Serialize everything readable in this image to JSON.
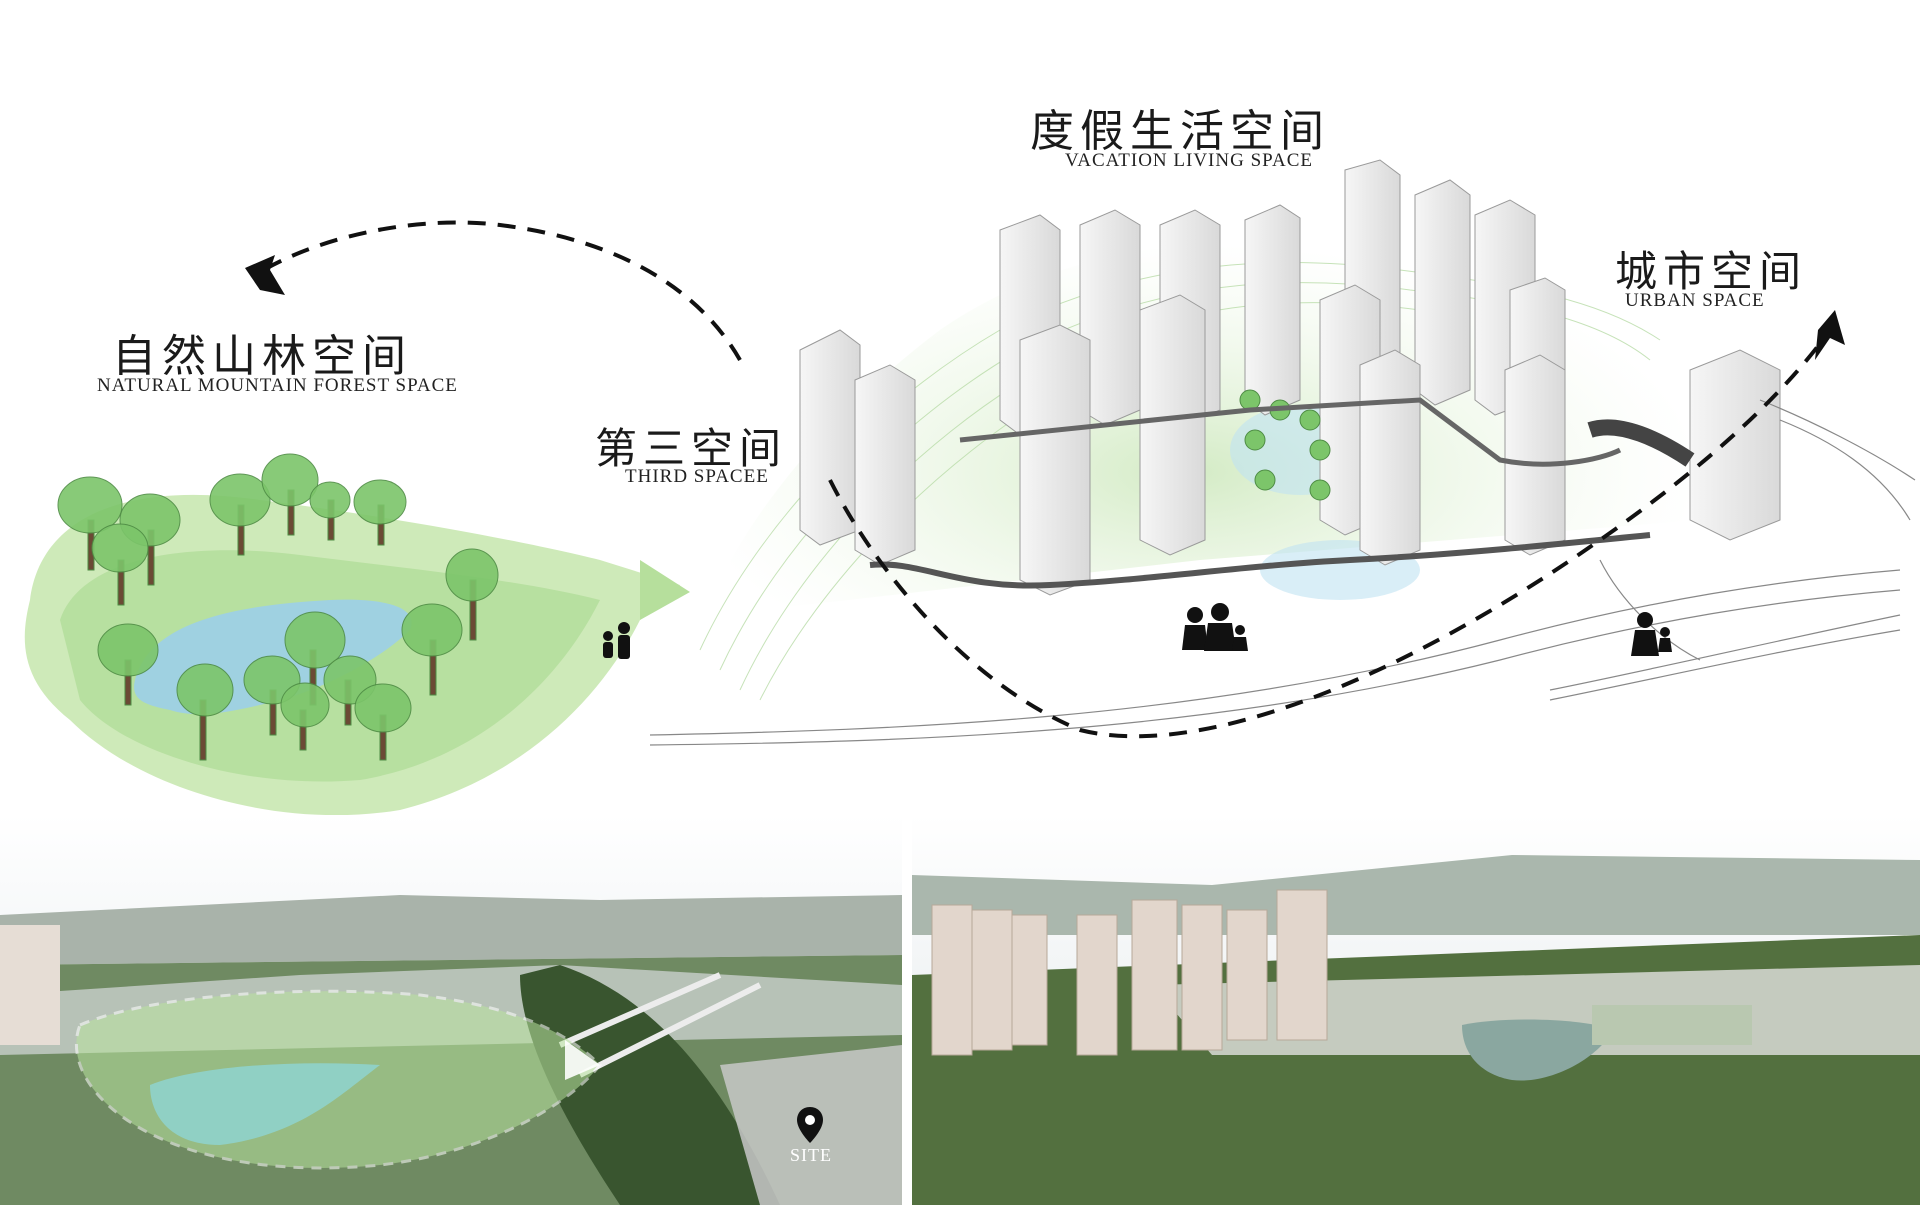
{
  "labels": {
    "vacation": {
      "zh": "度假生活空间",
      "en": "Vacation Living Space"
    },
    "urban": {
      "zh": "城市空间",
      "en": "Urban Space"
    },
    "natural": {
      "zh": "自然山林空间",
      "en": "Natural Mountain Forest Space"
    },
    "third": {
      "zh": "第三空间",
      "en": "Third Spacee"
    }
  },
  "photo_left": {
    "site_label": "SITE"
  },
  "colors": {
    "forest_green": "#a9d88f",
    "light_green": "#d6efc6",
    "lake_blue": "#9ccfe8",
    "tree_trunk": "#6b4a35",
    "arrow": "#111111",
    "building": "#e4e4e4",
    "path": "#555555"
  },
  "icons": [
    "pedestrian-family-icon",
    "pedestrian-couple-icon",
    "pedestrian-child-icon",
    "location-pin-icon"
  ]
}
